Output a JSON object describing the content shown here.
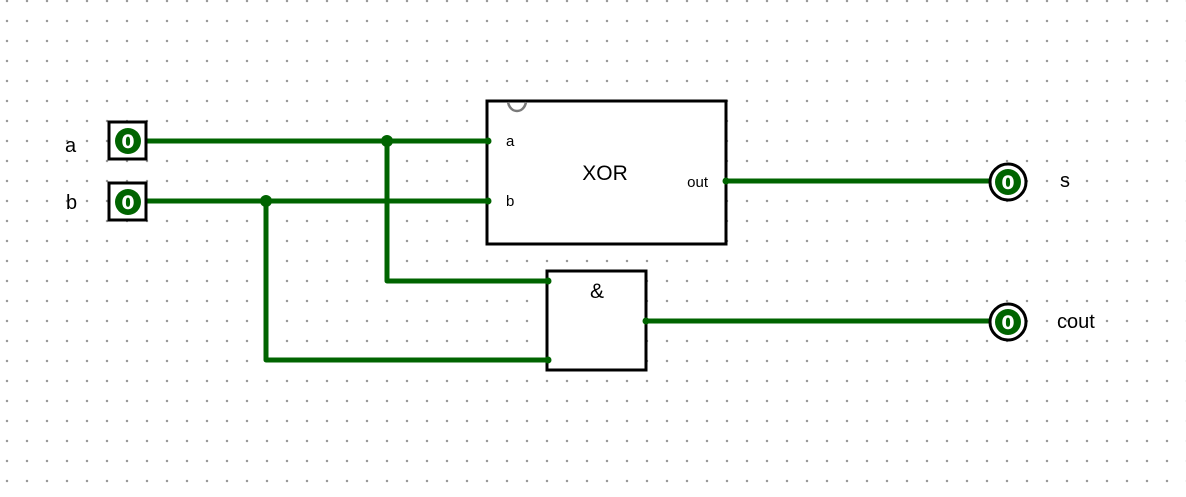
{
  "circuit": {
    "inputs": [
      {
        "name": "a",
        "value": "0"
      },
      {
        "name": "b",
        "value": "0"
      }
    ],
    "xor": {
      "label": "XOR",
      "ports": {
        "a": "a",
        "b": "b",
        "out": "out"
      }
    },
    "and_gate": {
      "label": "&"
    },
    "outputs": [
      {
        "name": "s",
        "value": "0"
      },
      {
        "name": "cout",
        "value": "0"
      }
    ]
  },
  "colors": {
    "wire": "#006400",
    "pin_fill": "#006400",
    "pin_text": "#ffffff",
    "component_border": "#000000",
    "grid_dot": "#9a9a9a"
  }
}
